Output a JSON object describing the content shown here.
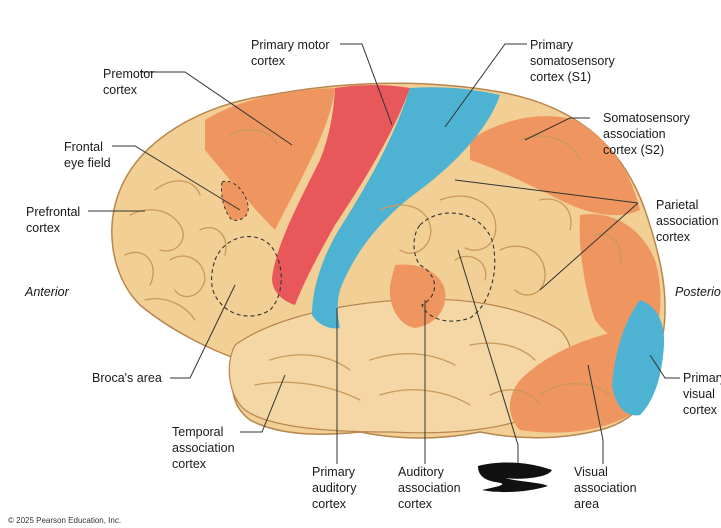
{
  "labels": {
    "primary_motor": "Primary motor\ncortex",
    "primary_somatosensory": "Primary\nsomatosensory\ncortex (S1)",
    "premotor": "Premotor\ncortex",
    "somatosensory_association": "Somatosensory\nassociation\ncortex (S2)",
    "frontal_eye_field": "Frontal\neye field",
    "prefrontal": "Prefrontal\ncortex",
    "parietal_association": "Parietal\nassociation\ncortex",
    "anterior": "Anterior",
    "posterior": "Posterior",
    "brocas_area": "Broca's area",
    "primary_visual": "Primary\nvisual\ncortex",
    "temporal_association": "Temporal\nassociation\ncortex",
    "primary_auditory": "Primary\nauditory\ncortex",
    "auditory_association": "Auditory\nassociation\ncortex",
    "visual_association": "Visual\nassociation\narea"
  },
  "copyright": "© 2025 Pearson Education, Inc.",
  "colors": {
    "brain_tan": "#f2cf95",
    "gyri_line": "#c9995a",
    "association_orange": "#ef9660",
    "motor_red": "#e8575a",
    "sensory_blue": "#4eb3d3",
    "redaction": "#111111"
  }
}
